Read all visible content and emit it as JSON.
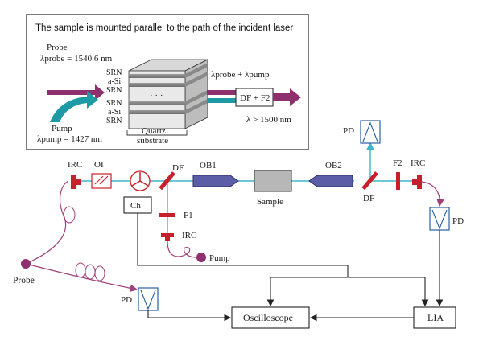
{
  "inset": {
    "caption": "The sample is mounted parallel to the path of the incident laser",
    "probe_label": "Probe",
    "probe_wavelength": "λprobe = 1540.6 nm",
    "pump_label": "Pump",
    "pump_wavelength": "λpump = 1427 nm",
    "layers": [
      "SRN",
      "a-Si",
      "SRN",
      "SRN",
      "a-Si",
      "SRN"
    ],
    "ellipsis": "· · ·",
    "substrate_line1": "Quartz",
    "substrate_line2": "substrate",
    "combined": "λprobe + λpump",
    "filter_box": "DF + F2",
    "output": "λ > 1500 nm"
  },
  "setup": {
    "irc_left": "IRC",
    "oi": "OI",
    "df_top": "DF",
    "ob1": "OB1",
    "sample": "Sample",
    "ob2": "OB2",
    "pd_top": "PD",
    "f2": "F2",
    "irc_right": "IRC",
    "df_right": "DF",
    "pd_right": "PD",
    "ch": "Ch",
    "f1": "F1",
    "irc_mid": "IRC",
    "pump": "Pump",
    "probe": "Probe",
    "pd_left": "PD",
    "oscilloscope": "Oscilloscope",
    "lia": "LIA"
  },
  "colors": {
    "beam": "#3fb7c9",
    "fiber": "#a0407a",
    "mirror": "#c8202b",
    "detector": "#2a5fa0",
    "objective": "#5b5ea6",
    "probe_arrow": "#8e2f6e",
    "pump_arrow": "#1e9aa5"
  }
}
